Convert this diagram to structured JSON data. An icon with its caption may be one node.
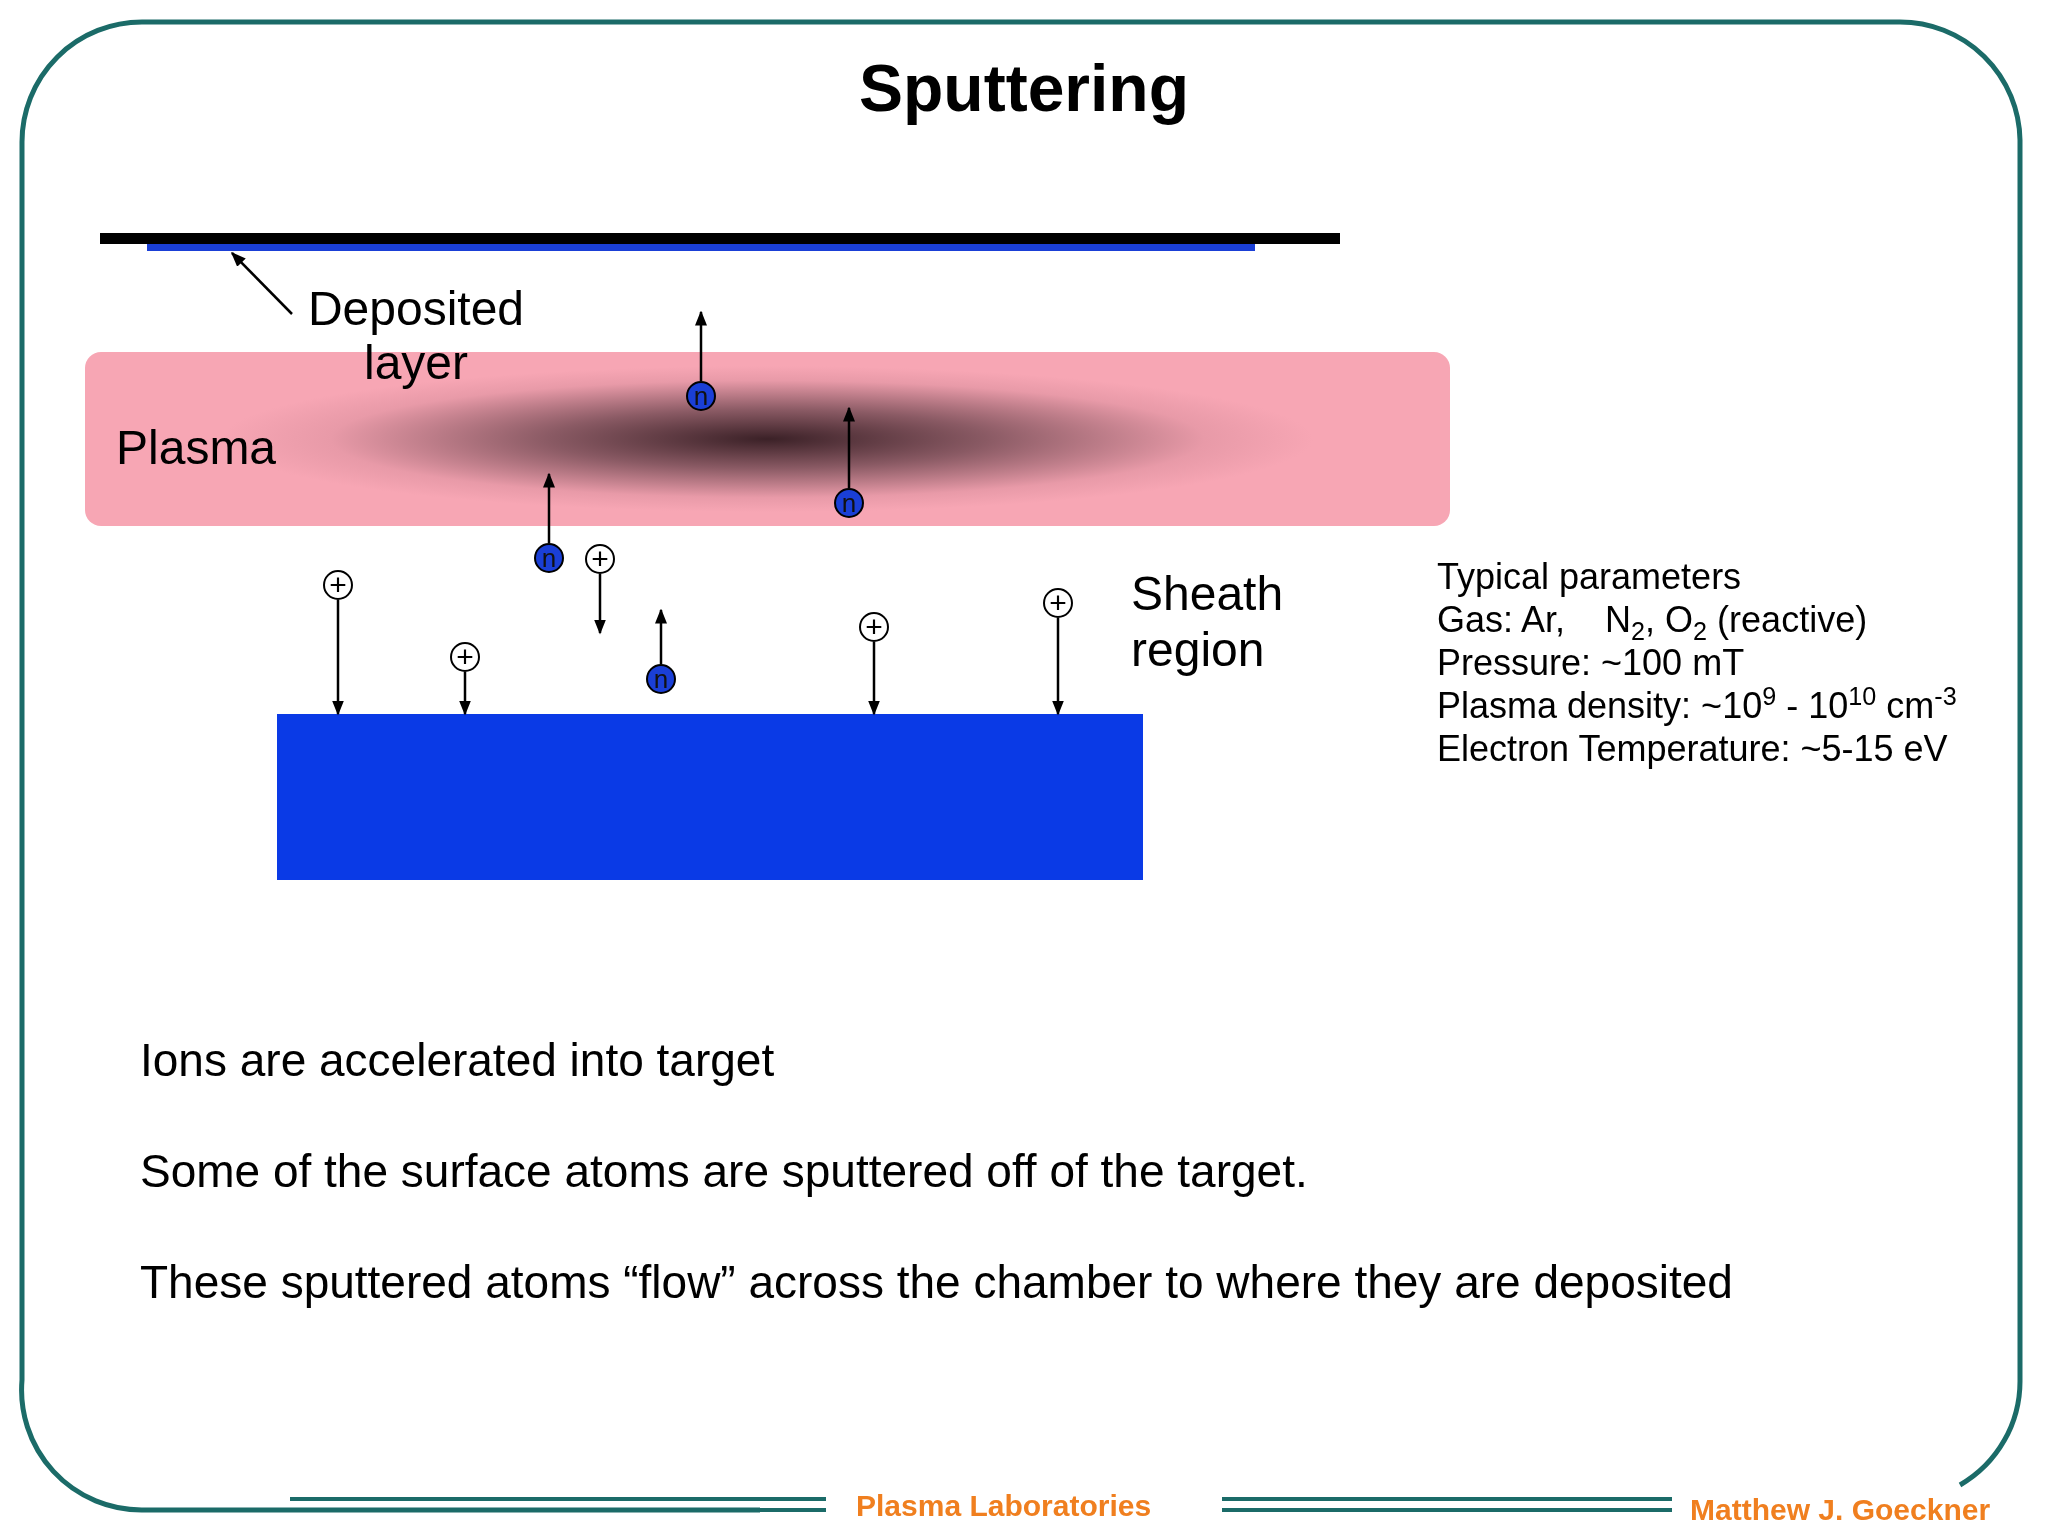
{
  "diagram": {
    "title": "Sputtering",
    "nodes": [
      {
        "text": [],
        "shape": "bar"
      },
      {
        "text": [
          "Deposited layer"
        ]
      },
      {
        "text": [
          "Plasma"
        ]
      },
      {
        "text": [
          "n"
        ],
        "in": 2
      },
      {
        "text": [
          "n"
        ],
        "in": 2
      },
      {
        "text": [
          "n"
        ]
      },
      {
        "text": [
          "+"
        ]
      },
      {
        "text": [
          "+"
        ]
      },
      {
        "text": [
          "+"
        ]
      },
      {
        "text": [
          "+"
        ]
      },
      {
        "text": [
          "+"
        ]
      },
      {
        "text": [
          "n"
        ]
      },
      {
        "text": [],
        "shape": "box"
      }
    ],
    "edges": [
      {
        "from": 1,
        "to": 0,
        "arrow": "to"
      },
      {
        "from": 3,
        "to": null,
        "arrow": "to"
      },
      {
        "from": 4,
        "to": null,
        "arrow": "to"
      },
      {
        "from": 5,
        "to": 2,
        "arrow": "to"
      },
      {
        "from": 11,
        "to": null,
        "arrow": "to"
      },
      {
        "from": 6,
        "to": null,
        "arrow": "to"
      },
      {
        "from": 7,
        "to": 12,
        "arrow": "to"
      },
      {
        "from": 8,
        "to": 12,
        "arrow": "to"
      },
      {
        "from": 9,
        "to": 12,
        "arrow": "to"
      },
      {
        "from": 10,
        "to": 12,
        "arrow": "to"
      }
    ],
    "labels": [
      "Sheath region",
      "Typical parameters",
      "Gas: Ar,    N$_{2}$, O$_{2}$ (reactive)",
      "Pressure: ~100 mT",
      "Plasma density: ~10$^{9}$ - 10$^{10}$ cm$^{-3}$",
      "Electron Temperature: ~5-15 eV",
      "Ions are accelerated into target",
      "Some of the surface atoms are sputtered off of the target.",
      "These sputtered atoms “flow” across the chamber to where they are deposited",
      "Plasma Laboratories",
      "Matthew J. Goeckner"
    ]
  }
}
